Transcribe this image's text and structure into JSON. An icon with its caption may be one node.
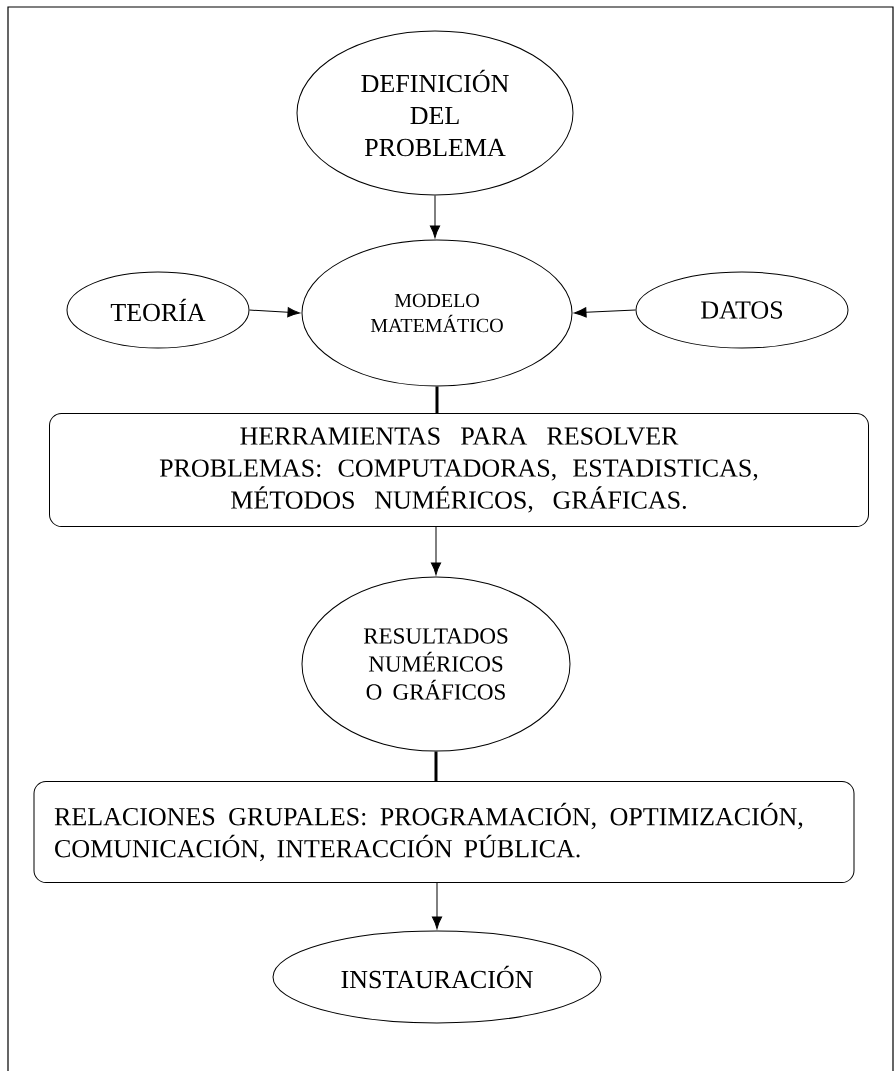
{
  "diagram": {
    "nodes": [
      {
        "text": [
          "DEFINICIÓN DEL PROBLEMA"
        ]
      },
      {
        "text": [
          "TEORÍA"
        ]
      },
      {
        "text": [
          "MODELO MATEMÁTICO"
        ]
      },
      {
        "text": [
          "DATOS"
        ]
      },
      {
        "text": [
          "HERRAMIENTAS PARA RESOLVER PROBLEMAS: COMPUTADORAS, ESTADISTICAS, MÉTODOS NUMÉRICOS, GRÁFICAS."
        ]
      },
      {
        "text": [
          "RESULTADOS NUMÉRICOS O GRÁFICOS"
        ]
      },
      {
        "text": [
          "RELACIONES GRUPALES: PROGRAMACIÓN, OPTIMIZACIÓN, COMUNICACIÓN, INTERACCIÓN PÚBLICA."
        ]
      },
      {
        "text": [
          "INSTAURACIÓN"
        ]
      }
    ],
    "edges": [
      {
        "from": 0,
        "to": 2,
        "arrow": "to"
      },
      {
        "from": 1,
        "to": 2,
        "arrow": "to"
      },
      {
        "from": 3,
        "to": 2,
        "arrow": "to"
      },
      {
        "from": 2,
        "to": 4,
        "arrow": "none",
        "style": "thick"
      },
      {
        "from": 4,
        "to": 5,
        "arrow": "to"
      },
      {
        "from": 5,
        "to": 6,
        "arrow": "none",
        "style": "thick"
      },
      {
        "from": 6,
        "to": 7,
        "arrow": "to"
      }
    ]
  }
}
